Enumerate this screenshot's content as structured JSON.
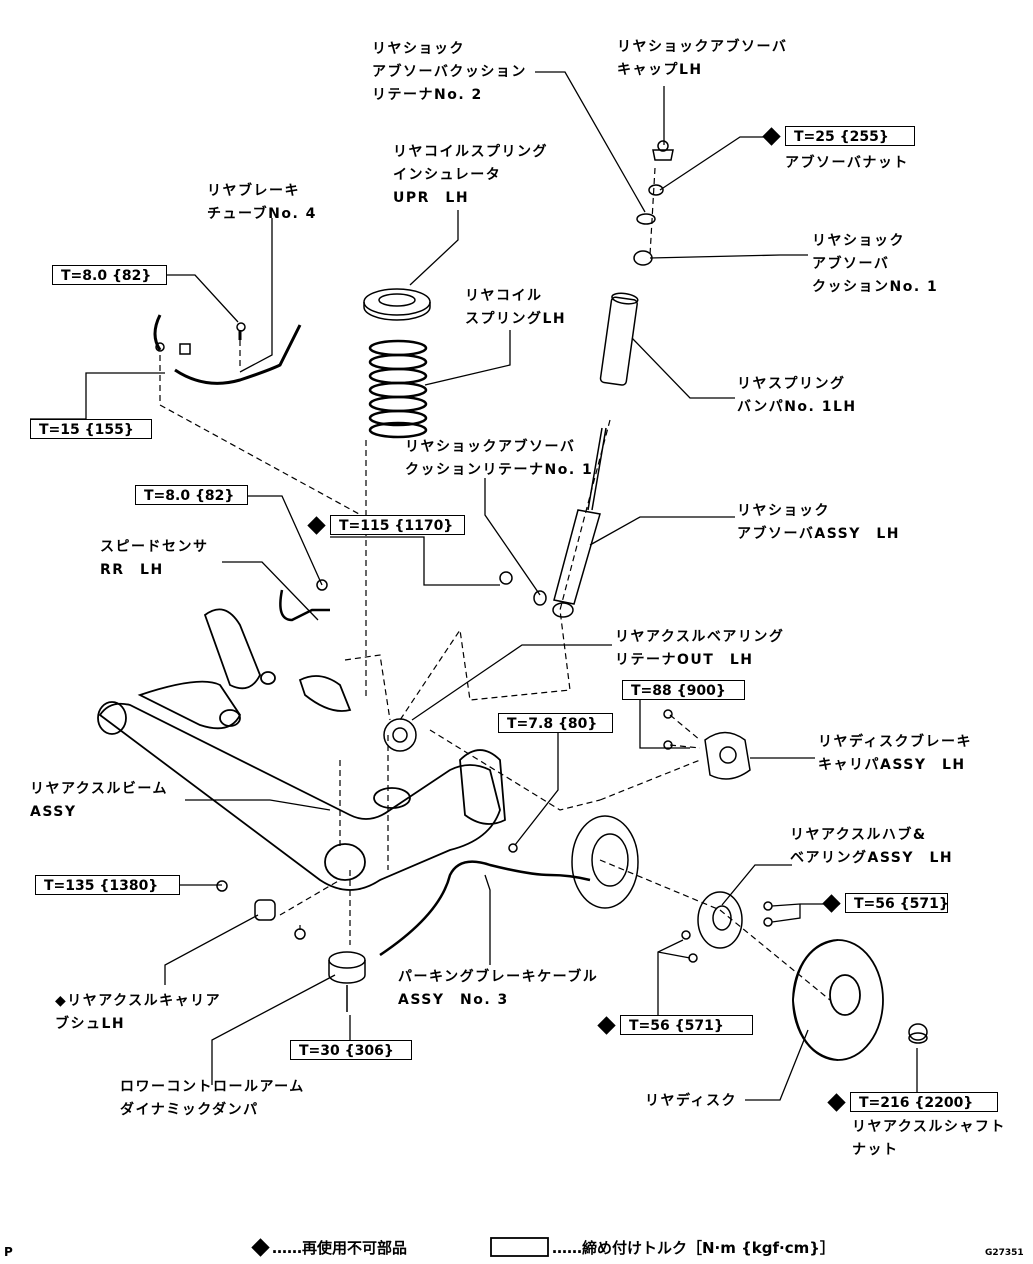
{
  "labels": {
    "retainer_no2": [
      "リヤショック",
      "アブソーバクッション",
      "リテーナNo. 2"
    ],
    "absorber_cap": [
      "リヤショックアブソーバ",
      "キャップLH"
    ],
    "absorber_nut": [
      "アブソーバナット"
    ],
    "spring_insulator": [
      "リヤコイルスプリング",
      "インシュレータ",
      "UPR　LH"
    ],
    "brake_tube": [
      "リヤブレーキ",
      "チューブNo. 4"
    ],
    "cushion_no1": [
      "リヤショック",
      "アブソーバ",
      "クッションNo. 1"
    ],
    "coil_spring": [
      "リヤコイル",
      "スプリングLH"
    ],
    "spring_bumper": [
      "リヤスプリング",
      "バンパNo. 1LH"
    ],
    "retainer_no1": [
      "リヤショックアブソーバ",
      "クッションリテーナNo. 1"
    ],
    "absorber_assy": [
      "リヤショック",
      "アブソーバASSY　LH"
    ],
    "speed_sensor": [
      "スピードセンサ",
      "RR　LH"
    ],
    "bearing_retainer": [
      "リヤアクスルベアリング",
      "リテーナOUT　LH"
    ],
    "caliper": [
      "リヤディスクブレーキ",
      "キャリパASSY　LH"
    ],
    "axle_beam": [
      "リヤアクスルビーム",
      "ASSY"
    ],
    "hub_bearing": [
      "リヤアクスルハブ&",
      "ベアリングASSY　LH"
    ],
    "carrier_bush": [
      "◆リヤアクスルキャリア",
      "ブシュLH"
    ],
    "parking_cable": [
      "パーキングブレーキケーブル",
      "ASSY　No. 3"
    ],
    "dynamic_damper": [
      "ロワーコントロールアーム",
      "ダイナミックダンパ"
    ],
    "disc": [
      "リヤディスク"
    ],
    "shaft_nut": [
      "リヤアクスルシャフト",
      "ナット"
    ]
  },
  "torques": [
    {
      "id": "absorber_nut",
      "text": "T=25 {255}",
      "non_reusable": true
    },
    {
      "id": "brake_tube_bolt",
      "text": "T=8.0 {82}",
      "non_reusable": false
    },
    {
      "id": "brake_tube_union",
      "text": "T=15 {155}",
      "non_reusable": false
    },
    {
      "id": "speed_sensor_bolt",
      "text": "T=8.0 {82}",
      "non_reusable": false
    },
    {
      "id": "absorber_lower_nut",
      "text": "T=115 {1170}",
      "non_reusable": true
    },
    {
      "id": "caliper_bolt",
      "text": "T=88 {900}",
      "non_reusable": false
    },
    {
      "id": "cable_bolt",
      "text": "T=7.8 {80}",
      "non_reusable": false
    },
    {
      "id": "bush_bolt",
      "text": "T=135 {1380}",
      "non_reusable": false
    },
    {
      "id": "hub_nut_upper",
      "text": "T=56 {571}",
      "non_reusable": true
    },
    {
      "id": "hub_nut_lower",
      "text": "T=56 {571}",
      "non_reusable": true
    },
    {
      "id": "damper_bolt",
      "text": "T=30 {306}",
      "non_reusable": false
    },
    {
      "id": "shaft_nut",
      "text": "T=216 {2200}",
      "non_reusable": true
    }
  ],
  "legend": {
    "non_reusable": "……再使用不可部品",
    "torque": "……締め付けトルク［N·m {kgf·cm}］"
  },
  "corner_left": "P",
  "figure_code": "G27351"
}
